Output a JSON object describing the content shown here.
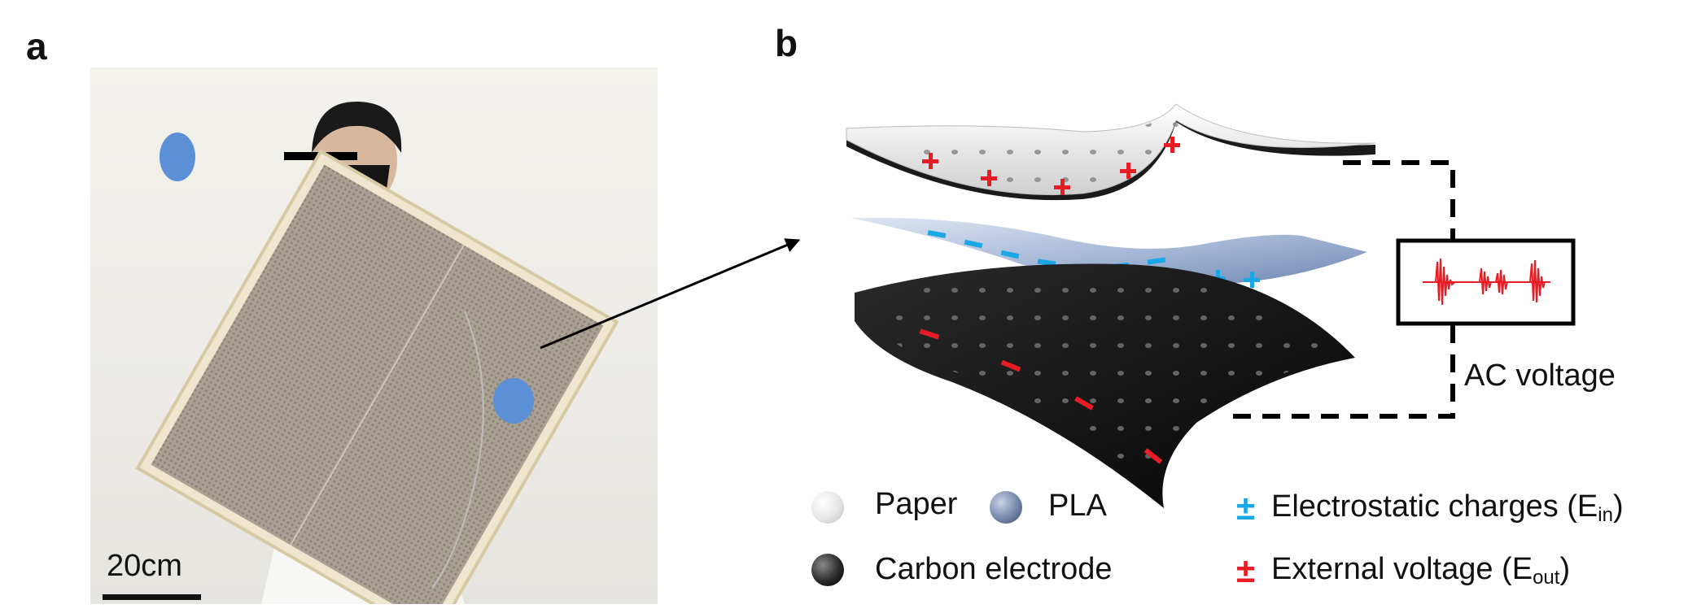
{
  "panels": {
    "a": {
      "letter": "a",
      "scale_label": "20cm"
    },
    "b": {
      "letter": "b"
    }
  },
  "schematic": {
    "ac_label": "AC voltage",
    "colors": {
      "red": "#e81c24",
      "blue": "#1aa7e6",
      "black": "#111111"
    }
  },
  "legend": {
    "paper": "Paper",
    "pla": "PLA",
    "carbon": "Carbon electrode",
    "pm_symbol": "±",
    "electrostatic_main": "Electrostatic charges (E",
    "electrostatic_sub": "in",
    "external_main": "External voltage (E",
    "external_sub": "out",
    "close_paren": ")"
  }
}
